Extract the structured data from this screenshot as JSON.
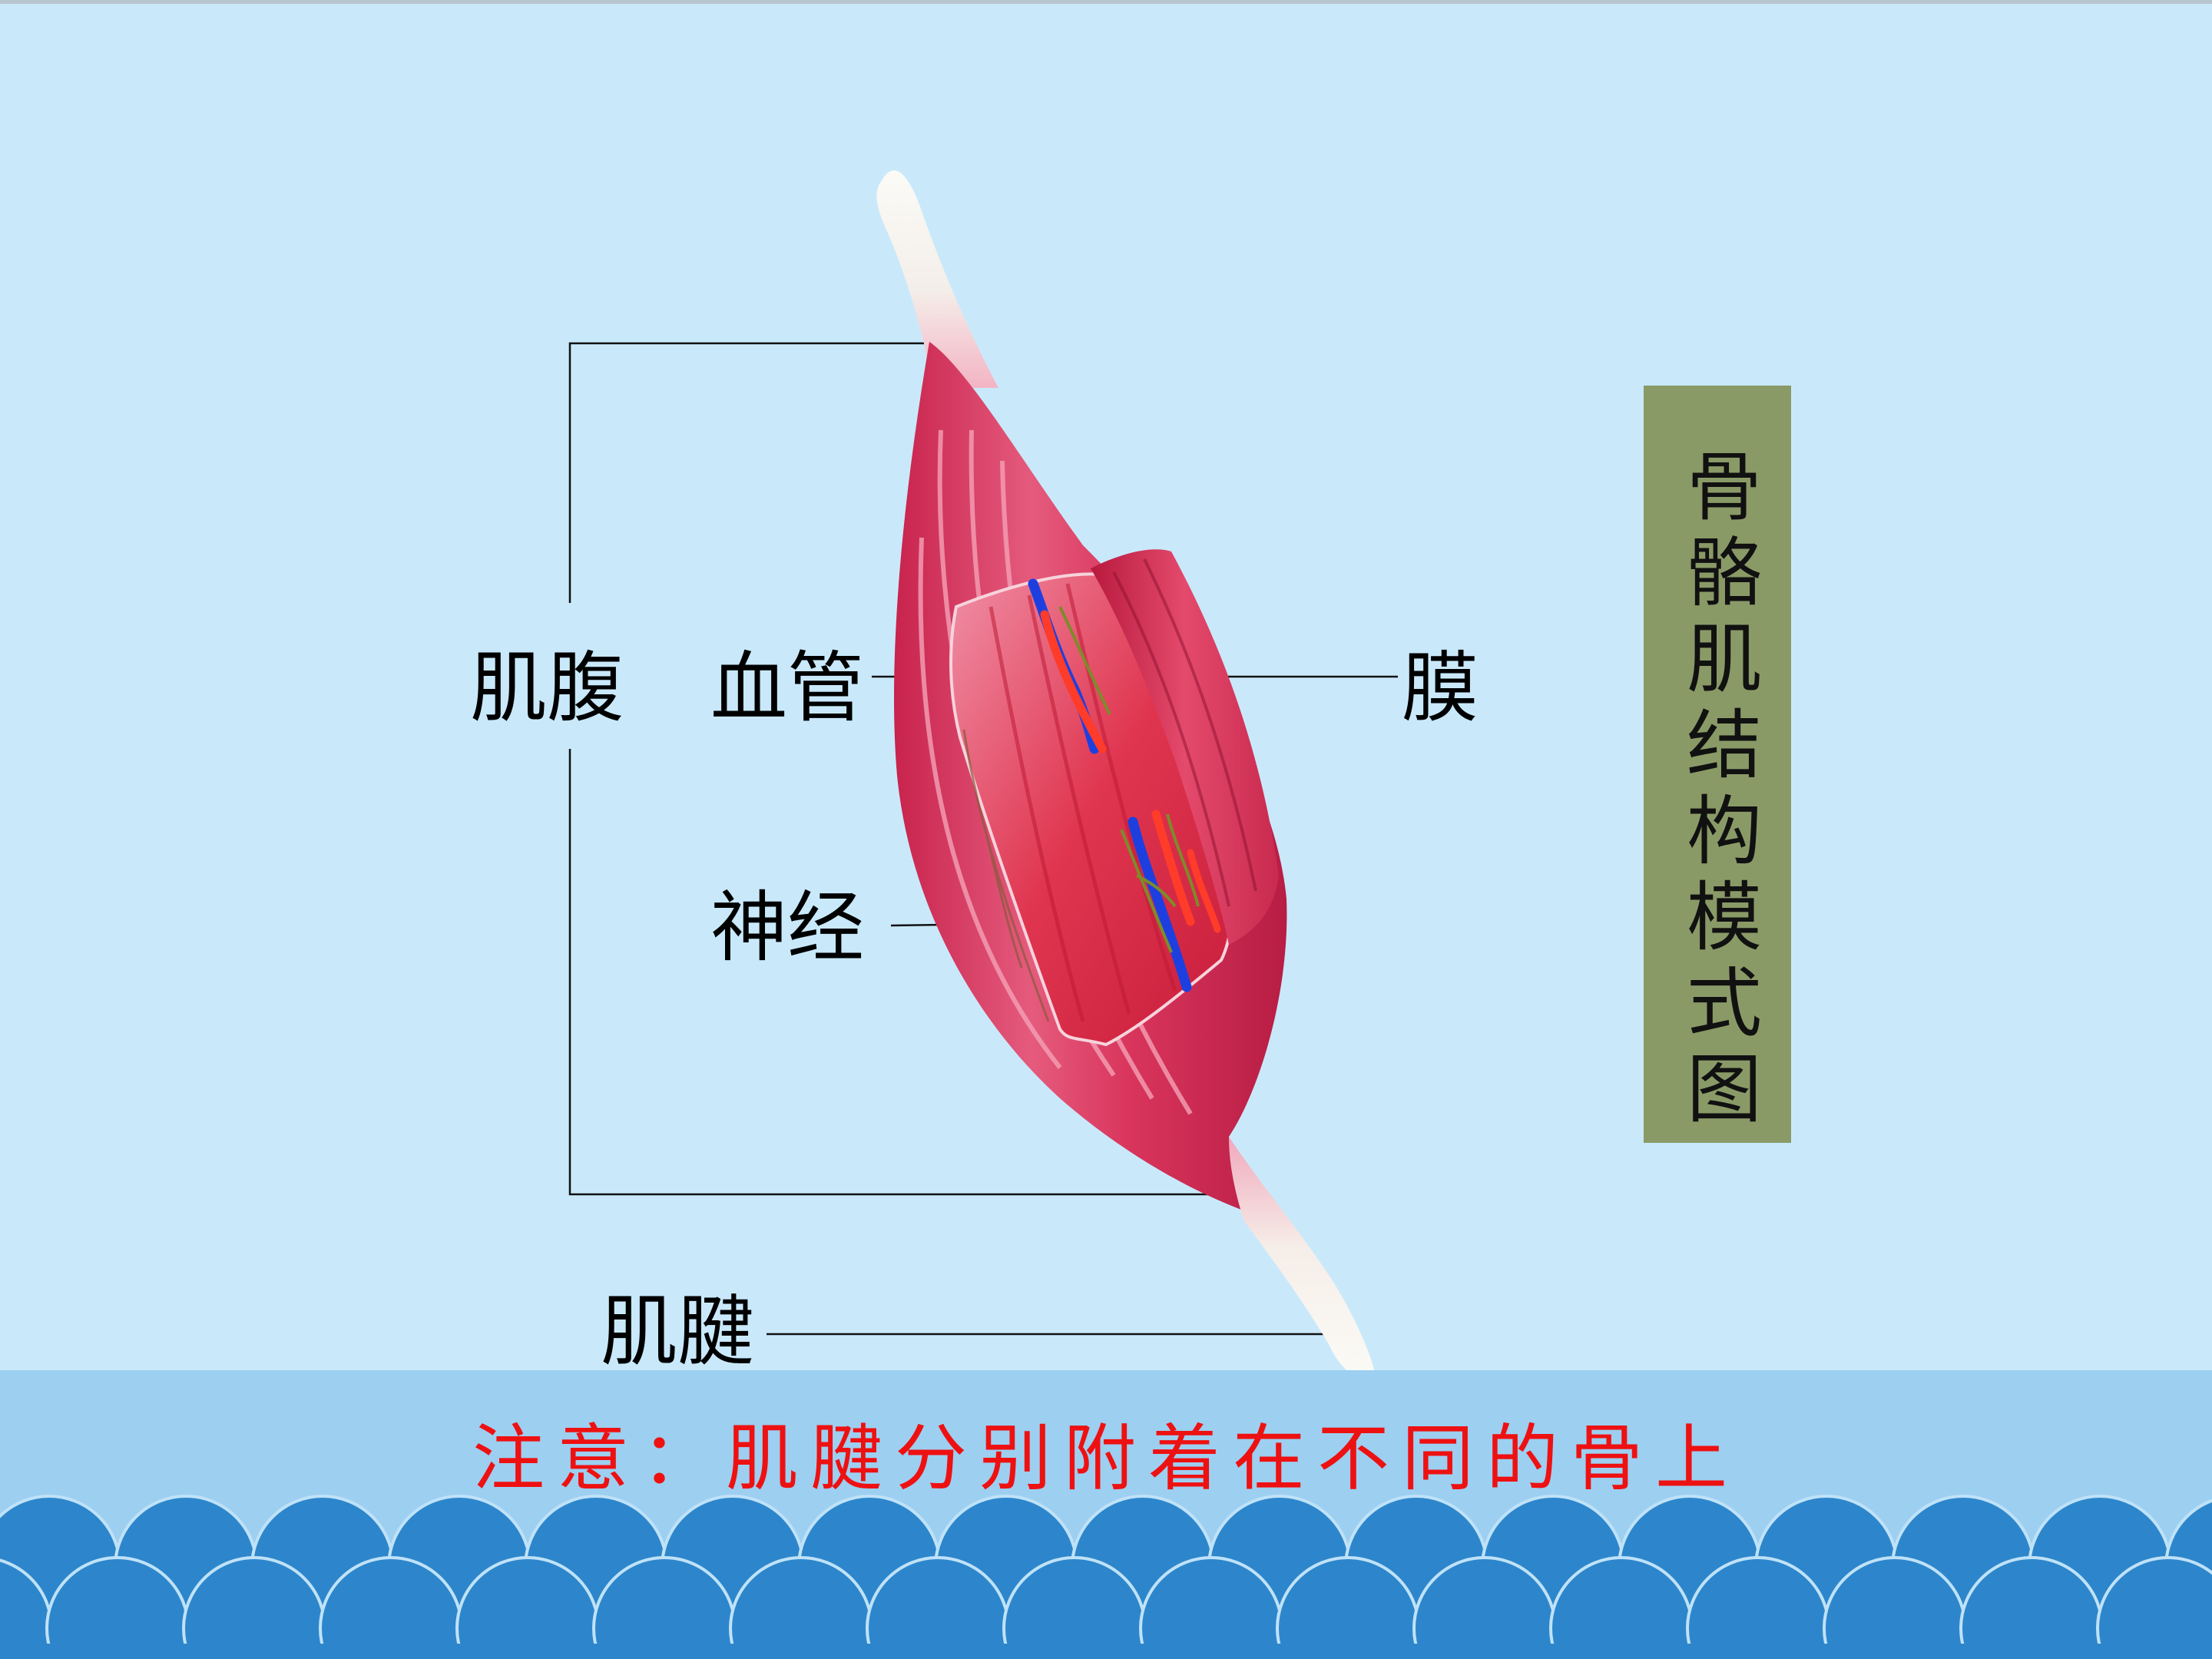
{
  "labels": {
    "muscle_belly": "肌腹",
    "blood_vessel": "血管",
    "membrane": "膜",
    "nerve": "神经",
    "tendon": "肌腱"
  },
  "title": "骨骼肌结构模式图",
  "note": "注意：肌腱分别附着在不同的骨上",
  "colors": {
    "background": "#c9e9fb",
    "title_box": "#8a9a67",
    "note_text": "#ee1111",
    "muscle": "#d9355c",
    "vessel": "#1e3fe0",
    "wave": "#2d86cb"
  }
}
